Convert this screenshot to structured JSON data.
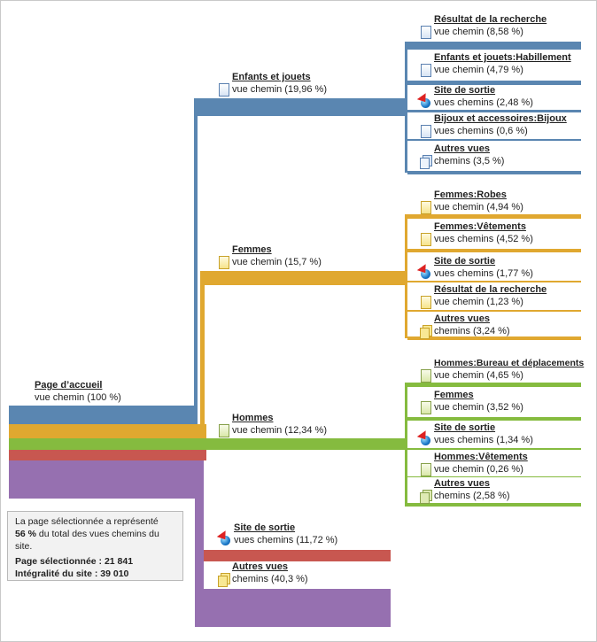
{
  "root": {
    "title": "Page d’accueil",
    "metric": "vue chemin (100 %)"
  },
  "colors": {
    "blue": "#5a86b1",
    "orange": "#e0a830",
    "green": "#85bb3f",
    "red": "#c85750",
    "purple": "#9670b0"
  },
  "level1": [
    {
      "id": "enfants",
      "title": "Enfants et jouets",
      "metric": "vue chemin (19,96 %)",
      "icon": "page-blue-icon",
      "color": "blue"
    },
    {
      "id": "femmes",
      "title": "Femmes",
      "metric": "vue chemin (15,7 %)",
      "icon": "page-yellow-icon",
      "color": "orange"
    },
    {
      "id": "hommes",
      "title": "Hommes",
      "metric": "vue chemin (12,34 %)",
      "icon": "page-green-icon",
      "color": "green"
    },
    {
      "id": "sortie",
      "title": "Site de sortie",
      "metric": "vues chemins (11,72 %)",
      "icon": "exit-globe-icon",
      "color": "red"
    },
    {
      "id": "autres",
      "title": "Autres  vues",
      "metric": "chemins (40,3 %)",
      "icon": "multi-page-icon",
      "color": "purple"
    }
  ],
  "groups": [
    {
      "items": [
        {
          "title": "Résultat de la recherche",
          "metric": " vue chemin (8,58 %)",
          "icon": "page-blue-icon"
        },
        {
          "title": "Enfants et jouets:Habillement",
          "metric": "vue chemin (4,79 %)",
          "icon": "page-blue-icon"
        },
        {
          "title": "Site de sortie",
          "metric": "vues chemins (2,48 %)",
          "icon": "exit-globe-icon"
        },
        {
          "title": "Bijoux et accessoires:Bijoux",
          "metric": "vues chemins (0,6 %)",
          "icon": "page-blue-icon"
        },
        {
          "title": "Autres  vues",
          "metric": "chemins (3,5 %)",
          "icon": "multi-page-icon"
        }
      ]
    },
    {
      "items": [
        {
          "title": "Femmes:Robes",
          "metric": "vue chemin (4,94 %)",
          "icon": "page-yellow-icon"
        },
        {
          "title": "Femmes:Vêtements",
          "metric": "vues chemins (4,52 %)",
          "icon": "page-yellow-icon"
        },
        {
          "title": "Site de sortie",
          "metric": "vues chemins (1,77 %)",
          "icon": "exit-globe-icon"
        },
        {
          "title": "Résultat de la recherche",
          "metric": " vue chemin (1,23 %)",
          "icon": "page-yellow-icon"
        },
        {
          "title": "Autres  vues",
          "metric": "chemins (3,24 %)",
          "icon": "multi-page-icon"
        }
      ]
    },
    {
      "items": [
        {
          "title": "Hommes:Bureau et déplacements",
          "metric": "vue chemin (4,65 %)",
          "icon": "page-green-icon"
        },
        {
          "title": "Femmes",
          "metric": "vue chemin (3,52 %)",
          "icon": "page-green-icon"
        },
        {
          "title": "Site de sortie",
          "metric": "vues chemins (1,34 %)",
          "icon": "exit-globe-icon"
        },
        {
          "title": "Hommes:Vêtements",
          "metric": "vue chemin (0,26 %)",
          "icon": "page-green-icon"
        },
        {
          "title": "Autres  vues",
          "metric": "chemins (2,58 %)",
          "icon": "multi-page-icon"
        }
      ]
    }
  ],
  "info": {
    "line1": "La page sélectionnée a représenté",
    "pct": "56 %",
    "line2": " du total des vues chemins du site.",
    "selected": "Page sélectionnée : 21 841",
    "site": "Intégralité du site : 39 010"
  }
}
